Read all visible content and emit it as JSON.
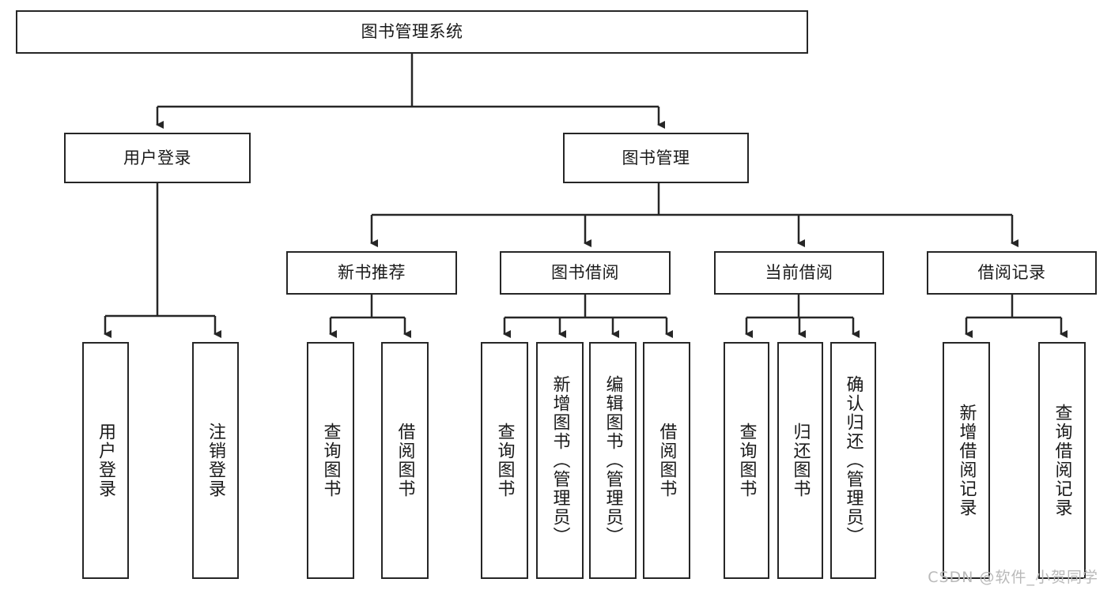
{
  "diagram": {
    "title": "图书管理系统",
    "watermark": "CSDN @软件_小贺同学",
    "colors": {
      "box_border": "#262626",
      "box_fill": "#ffffff",
      "line": "#262626",
      "text": "#1a1a1a",
      "watermark": "#b9b9b9",
      "background": "#ffffff"
    }
  },
  "nodes": {
    "root": {
      "label": "图书管理系统"
    },
    "level2": [
      {
        "label": "用户登录"
      },
      {
        "label": "图书管理"
      }
    ],
    "level3": [
      {
        "label": "新书推荐"
      },
      {
        "label": "图书借阅"
      },
      {
        "label": "当前借阅"
      },
      {
        "label": "借阅记录"
      }
    ],
    "leaves": {
      "user_login": [
        {
          "label": "用户登录"
        },
        {
          "label": "注销登录"
        }
      ],
      "new_book": [
        {
          "label": "查询图书"
        },
        {
          "label": "借阅图书"
        }
      ],
      "book_borrow": [
        {
          "label": "查询图书"
        },
        {
          "label": "新增图书（管理员）"
        },
        {
          "label": "编辑图书（管理员）"
        },
        {
          "label": "借阅图书"
        }
      ],
      "current_borrow": [
        {
          "label": "查询图书"
        },
        {
          "label": "归还图书"
        },
        {
          "label": "确认归还（管理员）"
        }
      ],
      "borrow_record": [
        {
          "label": "新增借阅记录"
        },
        {
          "label": "查询借阅记录"
        }
      ]
    }
  }
}
